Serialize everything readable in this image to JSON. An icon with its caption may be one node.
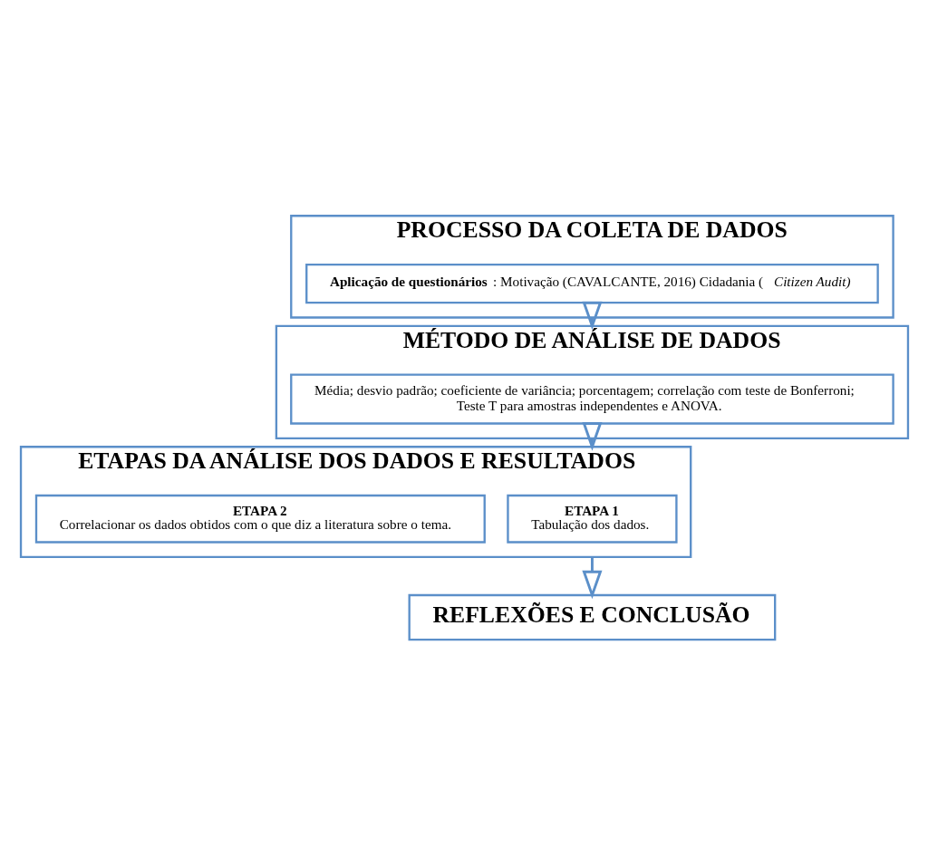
{
  "diagram": {
    "nodes": [
      {
        "text": [
          "PROCESSO DA COLETA DE DADOS"
        ]
      },
      {
        "text": [
          "**Aplicação de questionários** : Motivação (CAVALCANTE, 2016) Cidadania (*Citizen Audit)*"
        ],
        "in": 0
      },
      {
        "text": [
          "MÉTODO DE ANÁLISE DE DADOS"
        ]
      },
      {
        "text": [
          "Média; desvio padrão; coeficiente de variância; porcentagem; correlação com teste de Bonferroni; Teste T para amostras independentes e ANOVA."
        ],
        "in": 2
      },
      {
        "text": [
          "ETAPAS DA ANÁLISE DOS DADOS E RESULTADOS"
        ]
      },
      {
        "text": [
          "**ETAPA 1**",
          "Tabulação dos dados."
        ],
        "in": 4
      },
      {
        "text": [
          "**ETAPA 2**",
          "Correlacionar os dados obtidos com o que diz a literatura sobre o tema."
        ],
        "in": 4
      },
      {
        "text": [
          "REFLEXÕES E CONCLUSÃO"
        ]
      }
    ],
    "edges": [
      {
        "from": 0,
        "to": 2,
        "arrow": "to"
      },
      {
        "from": 2,
        "to": 4,
        "arrow": "to"
      },
      {
        "from": 4,
        "to": 7,
        "arrow": "to"
      }
    ]
  }
}
